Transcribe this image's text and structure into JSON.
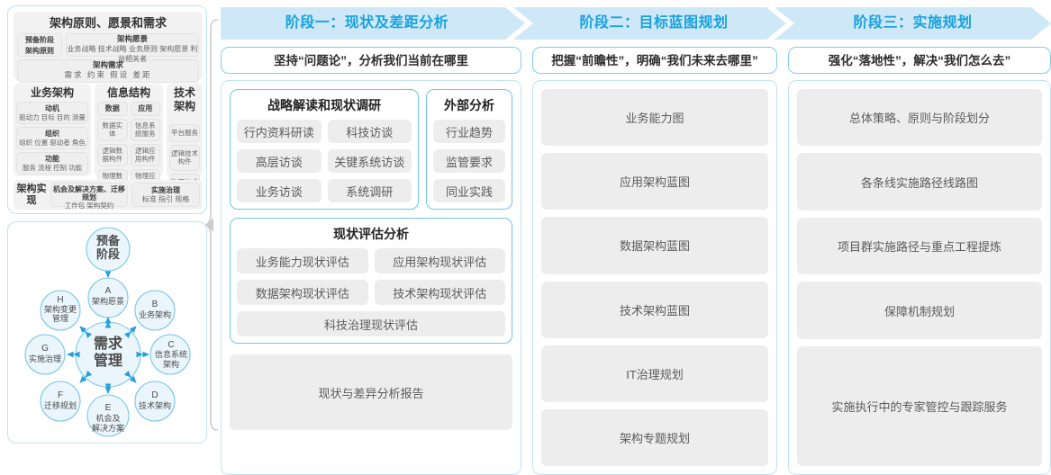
{
  "left_panel": {
    "architecture": {
      "header": "架构原则、愿景和需求",
      "prep_stage": {
        "title": "预备阶段",
        "sub": "架构原则"
      },
      "arch_vision": {
        "title": "架构愿景",
        "sub": "业务战略 技术战略 业务原则 架构愿景 利益相关者"
      },
      "arch_requirement": {
        "title": "架构需求",
        "sub": "需求  约束  假设  差距"
      },
      "columns": [
        {
          "title": "业务架构",
          "cells": [
            {
              "title": "动机",
              "sub": "驱动力 目标 目的 测量"
            },
            {
              "title": "组织",
              "sub": "组织 位置 驱动者 角色"
            },
            {
              "title": "功能",
              "sub": "服务 流程 控制 功能"
            }
          ]
        },
        {
          "title": "信息结构",
          "sub_columns": [
            {
              "title": "数据",
              "cells": [
                "数据实体",
                "逻辑数据构件",
                "物理数据构件"
              ]
            },
            {
              "title": "应用",
              "cells": [
                "信息系统服务",
                "逻辑应用构件",
                "物理应用构件"
              ]
            }
          ]
        },
        {
          "title": "技术架构",
          "cells": [
            "平台服务",
            "逻辑技术构件",
            "物理技术构件"
          ]
        }
      ],
      "implementation": {
        "label": "架构实现",
        "cells": [
          {
            "title": "机会及解决方案、迁移规划",
            "sub": "工作包 架构契约"
          },
          {
            "title": "实施治理",
            "sub": "标准 指引 规格"
          }
        ]
      }
    },
    "cycle": {
      "top_node": "预备\n阶段",
      "center": "需求\n管理",
      "nodes": [
        {
          "key": "A",
          "label": "架构愿景"
        },
        {
          "key": "B",
          "label": "业务架构"
        },
        {
          "key": "C",
          "label": "信息系统架构"
        },
        {
          "key": "D",
          "label": "技术架构"
        },
        {
          "key": "E",
          "label": "机会及解决方案"
        },
        {
          "key": "F",
          "label": "迁移规划"
        },
        {
          "key": "G",
          "label": "实施治理"
        },
        {
          "key": "H",
          "label": "架构变更管理"
        }
      ]
    }
  },
  "band": {
    "phases": [
      {
        "label": "阶段一：现状及差距分析"
      },
      {
        "label": "阶段二：目标蓝图规划"
      },
      {
        "label": "阶段三：实施规划"
      }
    ]
  },
  "columns": [
    {
      "subtitle": "坚持“问题论”，分析我们当前在哪里",
      "cards": [
        {
          "type": "split",
          "left": {
            "title": "战略解读和现状调研",
            "rows": [
              [
                "行内资料研读",
                "科技访谈"
              ],
              [
                "高层访谈",
                "关键系统访谈"
              ],
              [
                "业务访谈",
                "系统调研"
              ]
            ]
          },
          "right": {
            "title": "外部分析",
            "rows": [
              [
                "行业趋势"
              ],
              [
                "监管要求"
              ],
              [
                "同业实践"
              ]
            ]
          }
        },
        {
          "type": "card",
          "title": "现状评估分析",
          "rows": [
            [
              "业务能力现状评估",
              "应用架构现状评估"
            ],
            [
              "数据架构现状评估",
              "技术架构现状评估"
            ],
            [
              "科技治理现状评估"
            ]
          ]
        },
        {
          "type": "tile",
          "label": "现状与差异分析报告"
        }
      ]
    },
    {
      "subtitle": "把握“前瞻性”，明确“我们未来去哪里”",
      "tiles": [
        "业务能力图",
        "应用架构蓝图",
        "数据架构蓝图",
        "技术架构蓝图",
        "IT治理规划",
        "架构专题规划"
      ]
    },
    {
      "subtitle": "强化“落地性”，解决“我们怎么去”",
      "tiles": [
        "总体策略、原则与阶段划分",
        "各条线实施路径线路图",
        "项目群实施路径与重点工程提炼",
        "保障机制规划",
        "实施执行中的专家管控与跟踪服务"
      ]
    }
  ],
  "colors": {
    "band_fill": "#cfe8f7",
    "band_text": "#17a2e0",
    "panel_border": "#bfe3f5",
    "tile_bg": "#ededed",
    "circle_fill": "#eaf6fc",
    "circle_stroke": "#7cc6e8",
    "arrow": "#2a9fd8"
  }
}
